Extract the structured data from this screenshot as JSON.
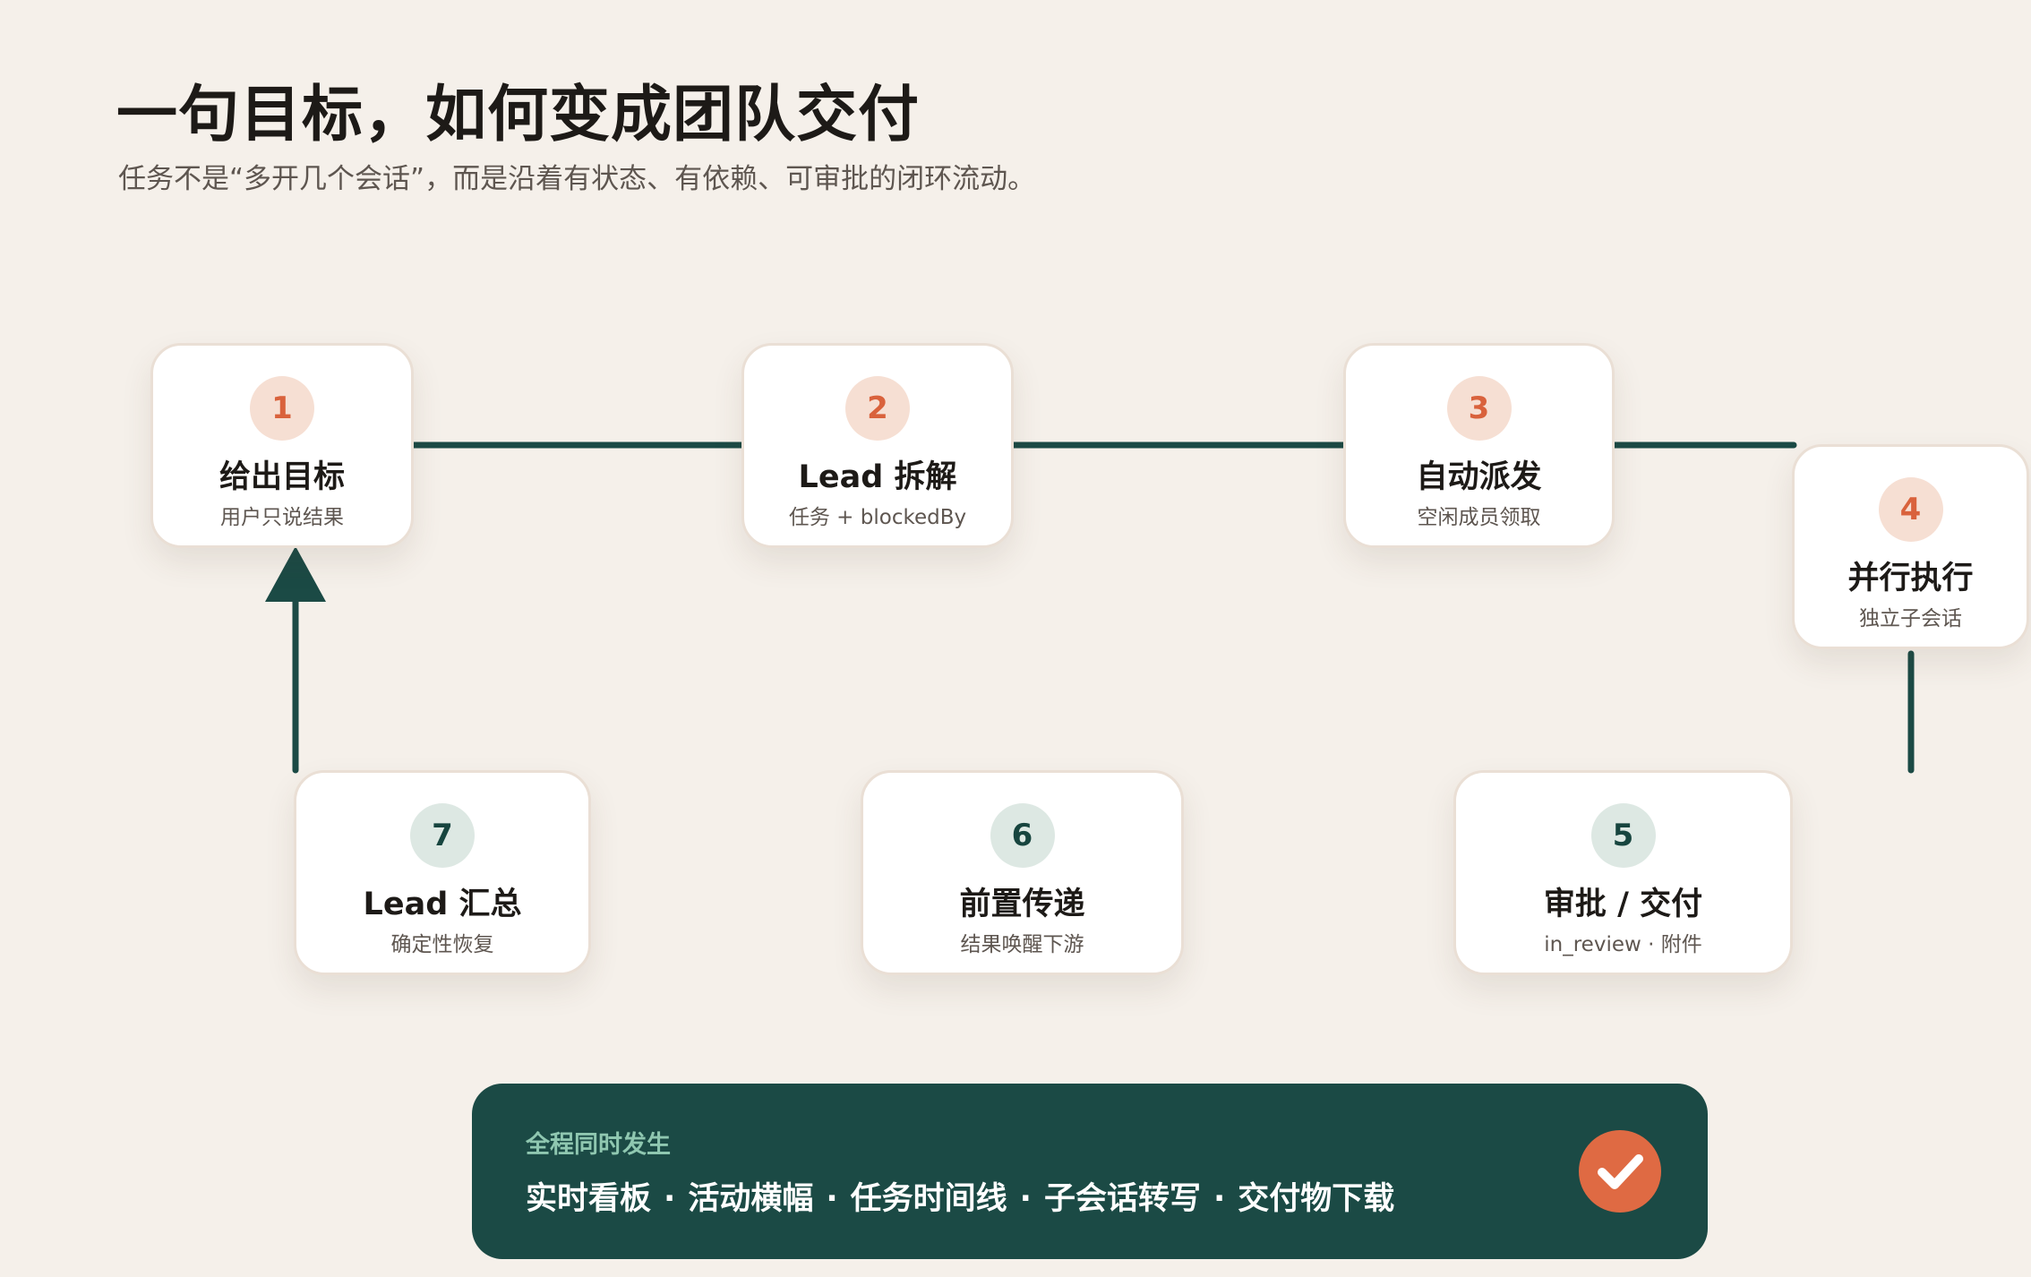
{
  "header": {
    "title": "一句目标，如何变成团队交付",
    "subtitle": "任务不是“多开几个会话”，而是沿着有状态、有依赖、可审批的闭环流动。"
  },
  "steps": [
    {
      "number": "1",
      "title": "给出目标",
      "subtitle": "用户只说结果"
    },
    {
      "number": "2",
      "title": "Lead 拆解",
      "subtitle": "任务 + blockedBy"
    },
    {
      "number": "3",
      "title": "自动派发",
      "subtitle": "空闲成员领取"
    },
    {
      "number": "4",
      "title": "并行执行",
      "subtitle": "独立子会话"
    },
    {
      "number": "5",
      "title": "审批 / 交付",
      "subtitle": "in_review · 附件"
    },
    {
      "number": "6",
      "title": "前置传递",
      "subtitle": "结果唤醒下游"
    },
    {
      "number": "7",
      "title": "Lead 汇总",
      "subtitle": "确定性恢复"
    }
  ],
  "footer": {
    "label": "全程同时发生",
    "items": [
      "实时看板",
      "活动横幅",
      "任务时间线",
      "子会话转写",
      "交付物下载"
    ],
    "icon": "check-circle-icon"
  },
  "colors": {
    "background": "#f5f0ea",
    "connector": "#1b4a45",
    "badge_warm_bg": "#f6dfd3",
    "badge_warm_fg": "#d9623c",
    "badge_cool_bg": "#dde8e3",
    "badge_cool_fg": "#17453f",
    "footer_bg": "#1b4a45",
    "footer_label": "#8fc7b0",
    "check_bg": "#df6a43"
  }
}
